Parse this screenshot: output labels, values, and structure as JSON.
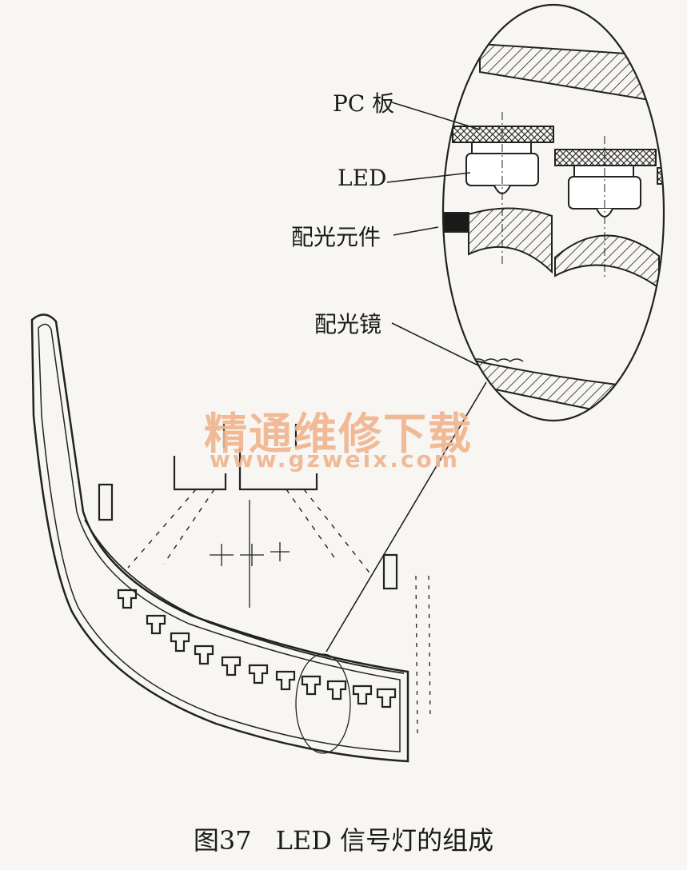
{
  "labels": {
    "pc_board": "PC 板",
    "led": "LED",
    "optical_element": "配光元件",
    "lens": "配光镜"
  },
  "watermark": {
    "title": "精通维修下载",
    "url": "www.gzweix.com"
  },
  "caption": {
    "figure_no": "图37",
    "title": "LED 信号灯的组成"
  }
}
